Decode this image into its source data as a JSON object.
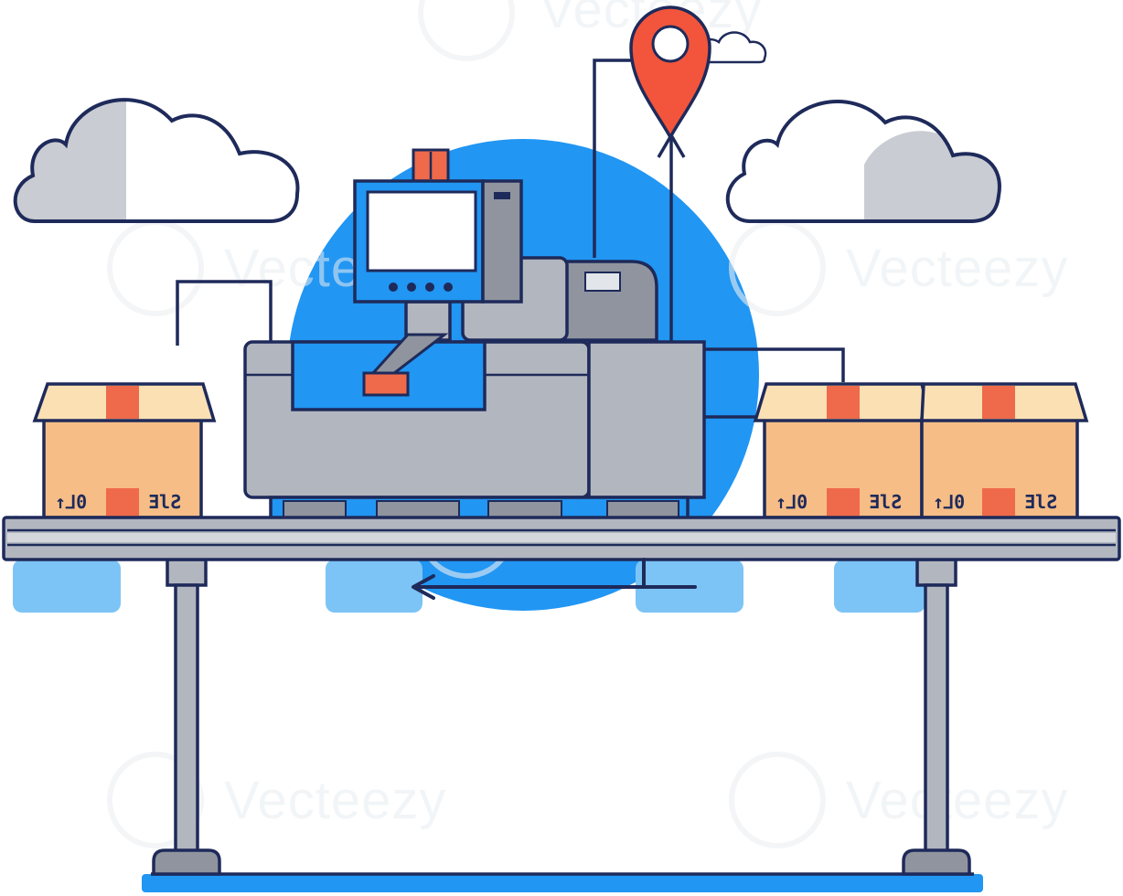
{
  "watermark": {
    "brand": "Vecteezy",
    "brand_fragment_left": "teezy",
    "brand_fragment_top": "Vecteezy"
  },
  "boxes": {
    "left": {
      "mark_left": "↑⅃0",
      "mark_right": "ƎlƧ"
    },
    "right_1": {
      "mark_left": "↑⅃0",
      "mark_right": "ƎlƧ"
    },
    "right_2": {
      "mark_left": "↑⅃0",
      "mark_right": "ƎlƧ"
    }
  },
  "icons": {
    "location": "location-pin-icon",
    "direction": "arrow-left-icon"
  },
  "colors": {
    "outline": "#1e2a5a",
    "accent_blue": "#2196f3",
    "shadow_blue": "#7cc4f5",
    "pin_red": "#f2553b",
    "box_orange": "#f6bd86",
    "box_lid": "#fbe0b4",
    "tape_red": "#ee6a4a",
    "machine_gray": "#b2b6bf",
    "machine_dark": "#8f949e",
    "cloud_fill": "#ffffff",
    "cloud_shade": "#c9ccd2"
  }
}
